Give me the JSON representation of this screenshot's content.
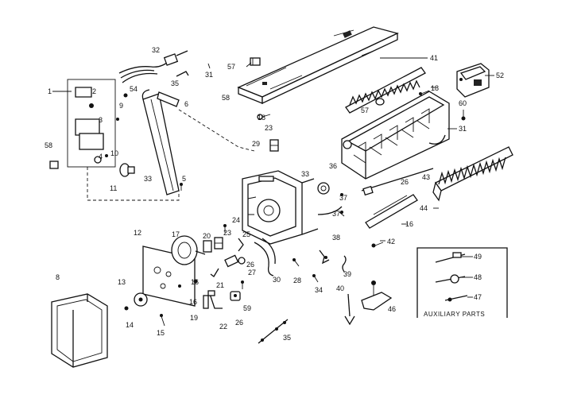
{
  "labels": {
    "p1": "1",
    "p2": "2",
    "p3": "3",
    "p4": "4",
    "p5": "5",
    "p6": "6",
    "p8": "8",
    "p9": "9",
    "p10": "10",
    "p11": "11",
    "p12": "12",
    "p13": "13",
    "p14": "14",
    "p15": "15",
    "p16a": "16",
    "p16b": "16",
    "p16c": "16",
    "p17": "17",
    "p18a": "18",
    "p18b": "18",
    "p19": "19",
    "p20": "20",
    "p21": "21",
    "p22": "22",
    "p23a": "23",
    "p23b": "23",
    "p24": "24",
    "p25": "25",
    "p26a": "26",
    "p26b": "26",
    "p26c": "26",
    "p27": "27",
    "p28": "28",
    "p29": "29",
    "p30": "30",
    "p31a": "31",
    "p31b": "31",
    "p32": "32",
    "p33a": "33",
    "p33b": "33",
    "p34": "34",
    "p35a": "35",
    "p35b": "35",
    "p36": "36",
    "p37a": "37",
    "p37b": "37",
    "p38": "38",
    "p39": "39",
    "p40": "40",
    "p41": "41",
    "p42": "42",
    "p43": "43",
    "p44": "44",
    "p46": "46",
    "p47": "47",
    "p48": "48",
    "p49": "49",
    "p52": "52",
    "p54": "54",
    "p57a": "57",
    "p57b": "57",
    "p58a": "58",
    "p58b": "58",
    "p59": "59",
    "p60": "60"
  },
  "auxiliary_caption": "AUXILIARY PARTS"
}
